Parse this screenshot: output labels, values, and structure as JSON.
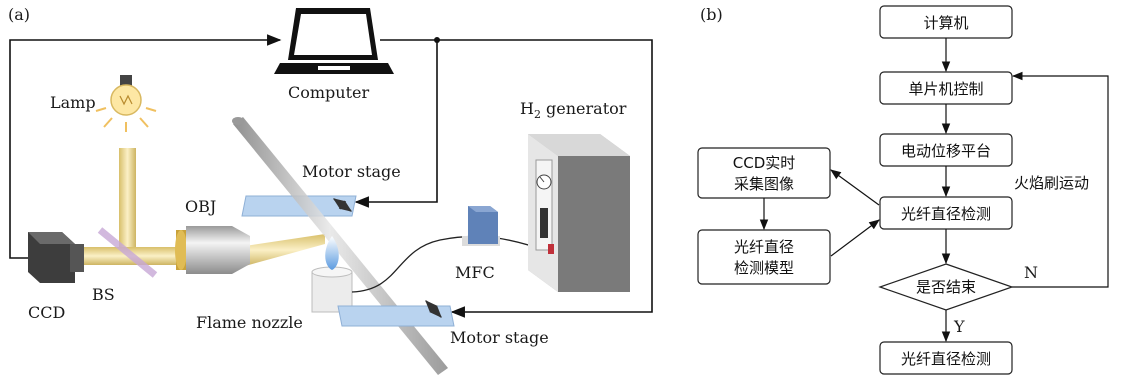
{
  "panel_a": {
    "tag": "(a)",
    "labels": {
      "computer": "Computer",
      "lamp": "Lamp",
      "h2_gen": "H",
      "h2_sub": "2",
      "h2_rest": " generator",
      "motor_stage_top": "Motor stage",
      "obj": "OBJ",
      "mfc": "MFC",
      "ccd": "CCD",
      "bs": "BS",
      "flame_nozzle": "Flame nozzle",
      "motor_stage_bottom": "Motor stage"
    }
  },
  "panel_b": {
    "tag": "(b)",
    "nodes": {
      "computer": "计算机",
      "mcu": "单片机控制",
      "stage": "电动位移平台",
      "detect": "光纤直径检测",
      "ccd_line1": "CCD实时",
      "ccd_line2": "采集图像",
      "model_line1": "光纤直径",
      "model_line2": "检测模型",
      "end": "是否结束",
      "final": "光纤直径检测"
    },
    "edge_labels": {
      "flame_brush": "火焰刷运动",
      "no": "N",
      "yes": "Y"
    }
  },
  "colors": {
    "beam": "#e8d38a",
    "stage": "#b9d3ef",
    "metal": "#c9c9c9",
    "ccd": "#454545",
    "flame": "#7fb2e8",
    "mfc": "#5f82b8",
    "bs": "#c8a8d6"
  }
}
